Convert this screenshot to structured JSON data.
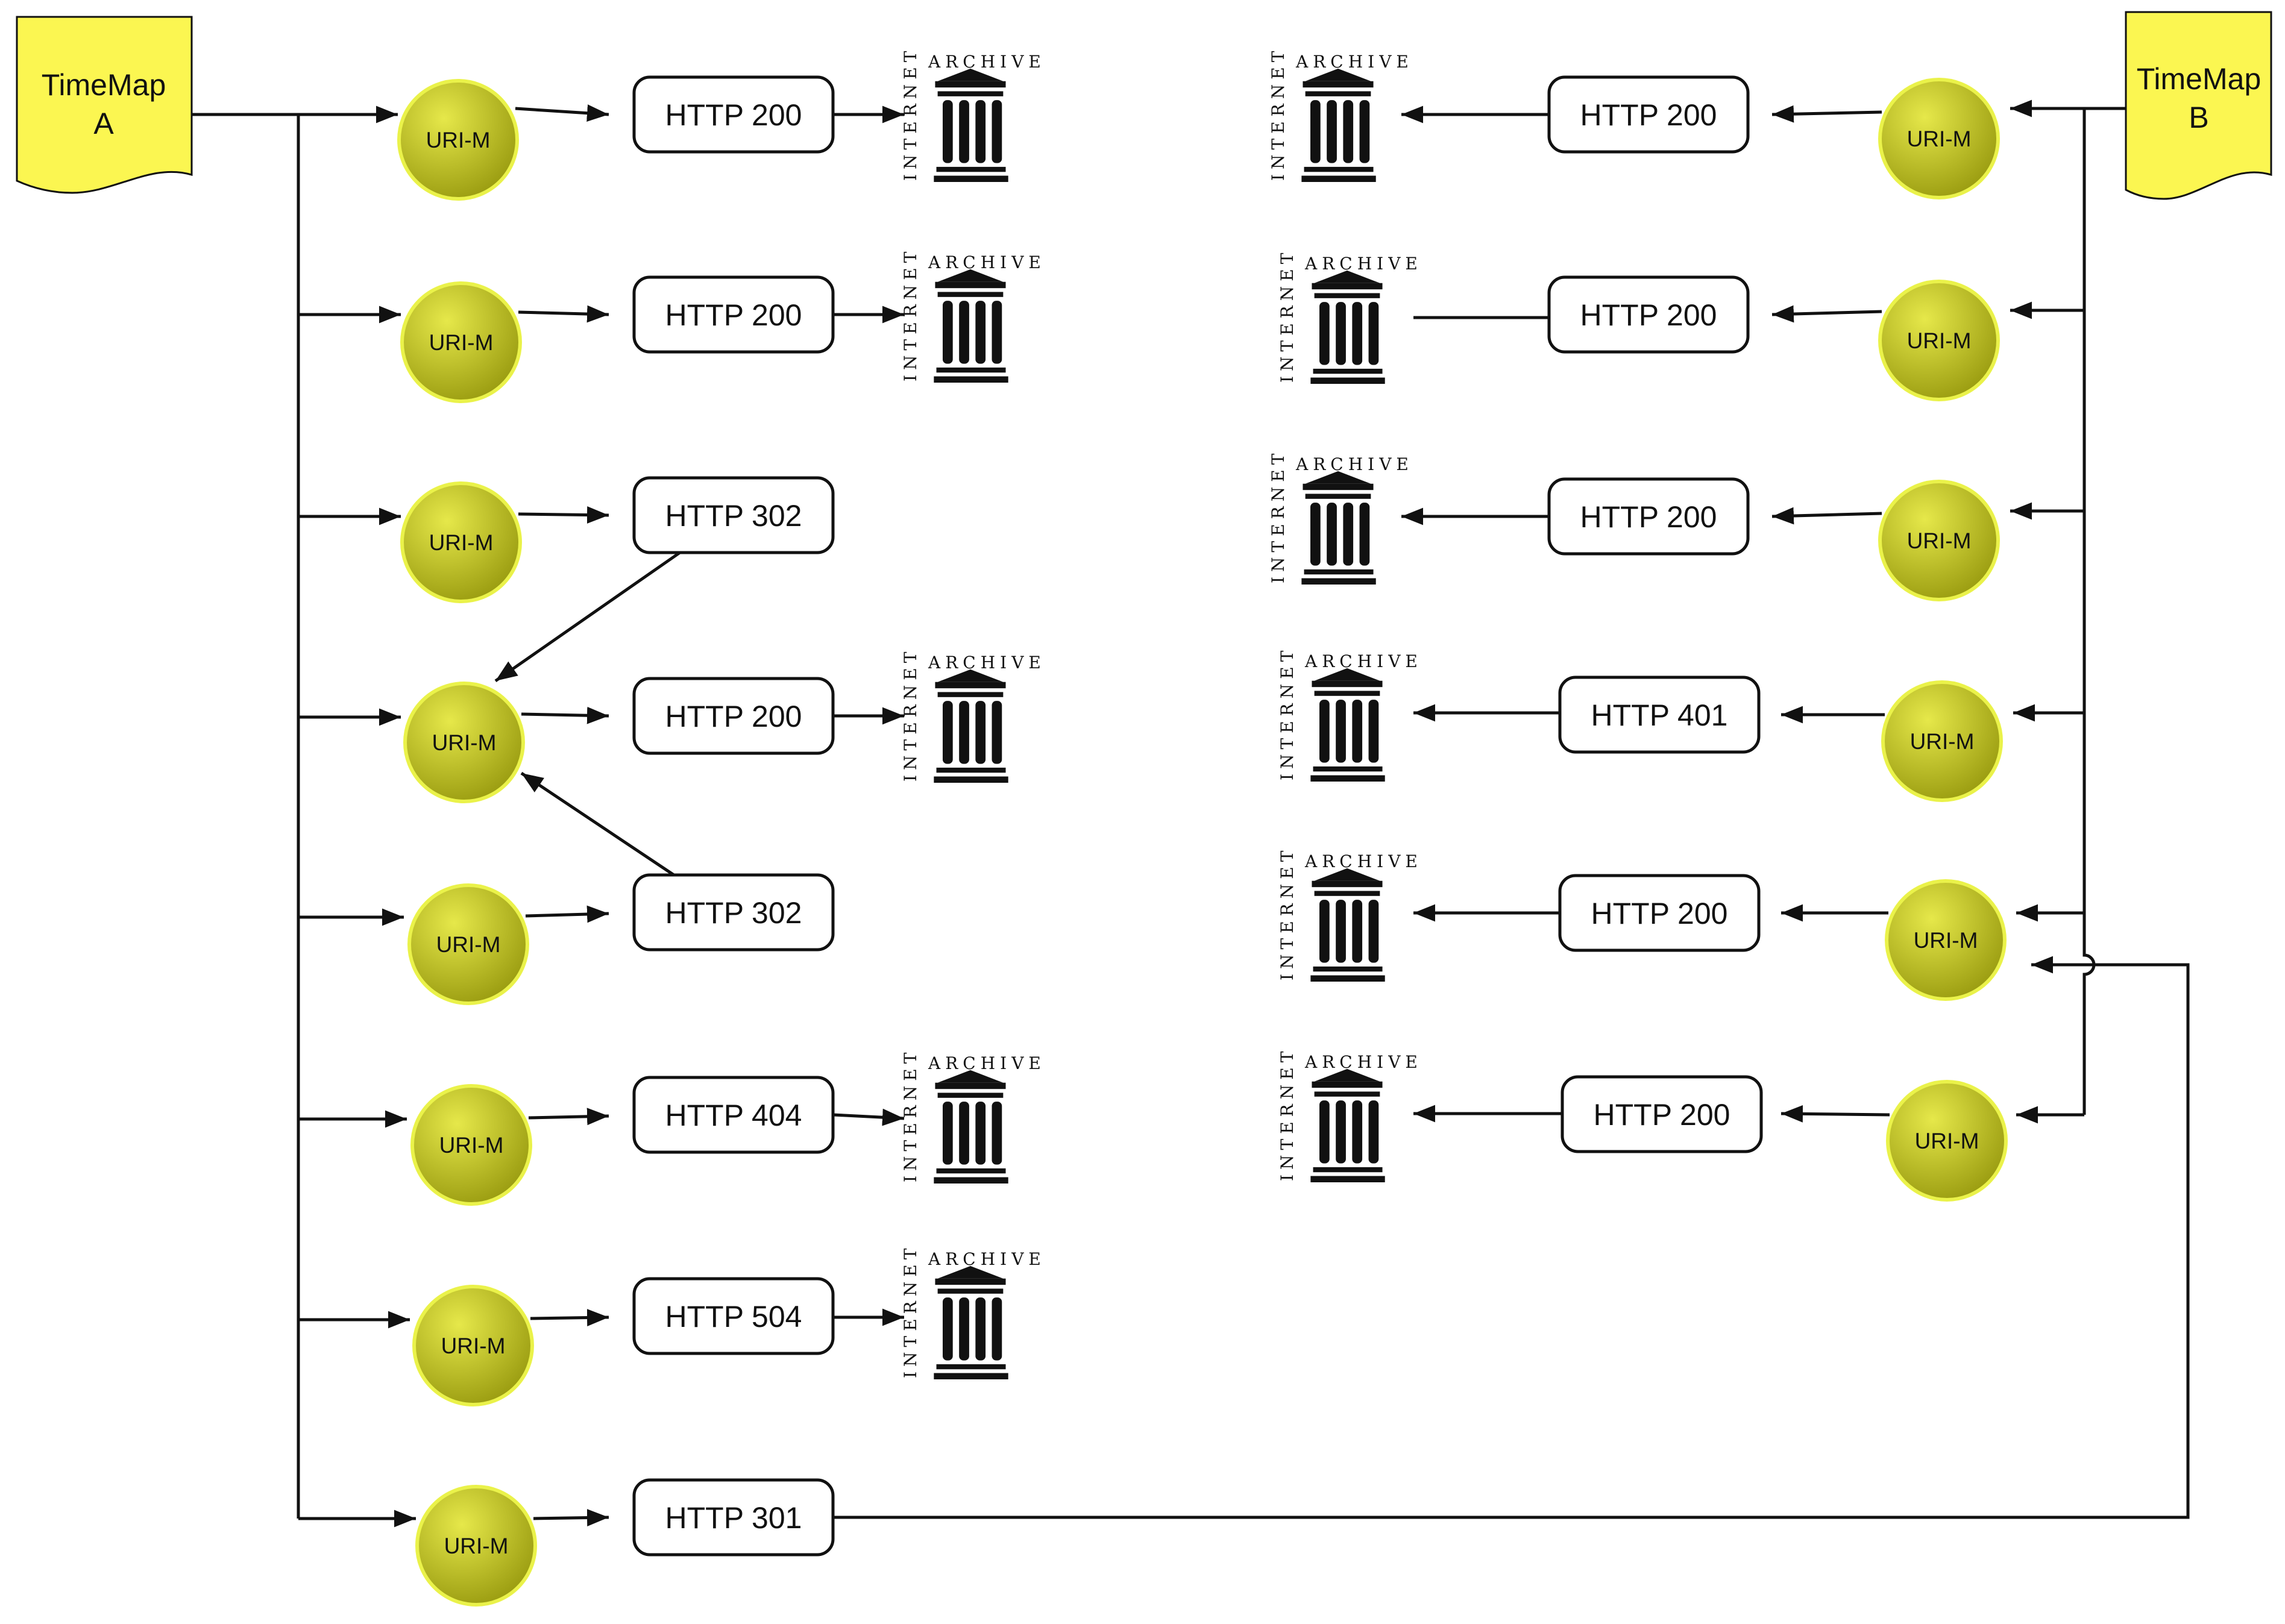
{
  "timemaps": {
    "a": {
      "line1": "TimeMap",
      "line2": "A"
    },
    "b": {
      "line1": "TimeMap",
      "line2": "B"
    }
  },
  "node_label": "URI-M",
  "archive_logo": {
    "top": "ARCHIVE",
    "side": "INTERNET"
  },
  "colors": {
    "timemap": "#fbf651",
    "node_light": "#e6e84a",
    "node_dark": "#9c9e12",
    "node_ring": "#eaf24a",
    "stroke": "#111111"
  },
  "left_rows": [
    {
      "status": "HTTP 200",
      "archived": true
    },
    {
      "status": "HTTP 200",
      "archived": true
    },
    {
      "status": "HTTP 302",
      "archived": false
    },
    {
      "status": "HTTP 200",
      "archived": true
    },
    {
      "status": "HTTP 302",
      "archived": false
    },
    {
      "status": "HTTP 404",
      "archived": true
    },
    {
      "status": "HTTP 504",
      "archived": true
    },
    {
      "status": "HTTP 301",
      "archived": false
    }
  ],
  "right_rows": [
    {
      "status": "HTTP 200",
      "archived": true
    },
    {
      "status": "HTTP 200",
      "archived": true
    },
    {
      "status": "HTTP 200",
      "archived": true
    },
    {
      "status": "HTTP 401",
      "archived": true
    },
    {
      "status": "HTTP 200",
      "archived": true
    },
    {
      "status": "HTTP 200",
      "archived": true
    }
  ]
}
